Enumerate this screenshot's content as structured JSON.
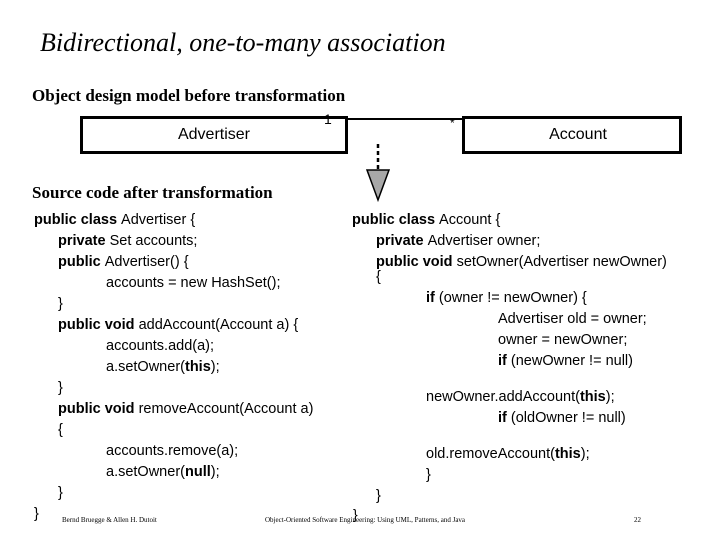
{
  "title": "Bidirectional, one-to-many association",
  "before_heading": "Object design model before transformation",
  "after_heading": "Source code after transformation",
  "diagram": {
    "left_class": "Advertiser",
    "right_class": "Account",
    "left_multiplicity": "1",
    "right_multiplicity": "*"
  },
  "left_code": [
    [
      {
        "t": "public class ",
        "b": true
      },
      {
        "t": "Advertiser {",
        "b": false
      }
    ],
    [
      {
        "t": "private ",
        "b": true
      },
      {
        "t": "Set accounts;",
        "b": false
      }
    ],
    [
      {
        "t": "public ",
        "b": true
      },
      {
        "t": "Advertiser() {",
        "b": false
      }
    ],
    [
      {
        "t": "accounts = new HashSet();",
        "b": false
      }
    ],
    [
      {
        "t": "}",
        "b": false
      }
    ],
    [
      {
        "t": "public void ",
        "b": true
      },
      {
        "t": "addAccount(Account a) {",
        "b": false
      }
    ],
    [
      {
        "t": "accounts.add(a);",
        "b": false
      }
    ],
    [
      {
        "t": "a.setOwner(",
        "b": false
      },
      {
        "t": "this",
        "b": true
      },
      {
        "t": ");",
        "b": false
      }
    ],
    [
      {
        "t": "}",
        "b": false
      }
    ],
    [
      {
        "t": "public void ",
        "b": true
      },
      {
        "t": "removeAccount(Account a)",
        "b": false
      }
    ],
    [
      {
        "t": "{",
        "b": false
      }
    ],
    [
      {
        "t": "accounts.remove(a);",
        "b": false
      }
    ],
    [
      {
        "t": "a.setOwner(",
        "b": false
      },
      {
        "t": "null",
        "b": true
      },
      {
        "t": ");",
        "b": false
      }
    ],
    [
      {
        "t": "}",
        "b": false
      }
    ],
    [
      {
        "t": "}",
        "b": false
      }
    ]
  ],
  "right_code": [
    [
      {
        "t": "public class ",
        "b": true
      },
      {
        "t": "Account {",
        "b": false
      }
    ],
    [
      {
        "t": "private ",
        "b": true
      },
      {
        "t": "Advertiser owner;",
        "b": false
      }
    ],
    [
      {
        "t": "public void ",
        "b": true
      },
      {
        "t": "setOwner(Advertiser newOwner)",
        "b": false
      }
    ],
    [
      {
        "t": "{",
        "b": false
      }
    ],
    [
      {
        "t": "if ",
        "b": true
      },
      {
        "t": "(owner != newOwner) {",
        "b": false
      }
    ],
    [
      {
        "t": "Advertiser old = owner;",
        "b": false
      }
    ],
    [
      {
        "t": "owner = newOwner;",
        "b": false
      }
    ],
    [
      {
        "t": "if ",
        "b": true
      },
      {
        "t": "(newOwner != null)",
        "b": false
      }
    ],
    [],
    [
      {
        "t": "newOwner.addAccount(",
        "b": false
      },
      {
        "t": "this",
        "b": true
      },
      {
        "t": ");",
        "b": false
      }
    ],
    [
      {
        "t": "if ",
        "b": true
      },
      {
        "t": "(oldOwner != null)",
        "b": false
      }
    ],
    [],
    [
      {
        "t": "old.removeAccount(",
        "b": false
      },
      {
        "t": "this",
        "b": true
      },
      {
        "t": ");",
        "b": false
      }
    ],
    [
      {
        "t": "}",
        "b": false
      }
    ],
    [
      {
        "t": "}",
        "b": false
      }
    ]
  ],
  "footer": {
    "left": "Bernd Bruegge & Allen H. Dutoit",
    "center": "Object-Oriented Software Engineering: Using UML, Patterns, and Java",
    "page": "22"
  },
  "stray_brace": "}"
}
